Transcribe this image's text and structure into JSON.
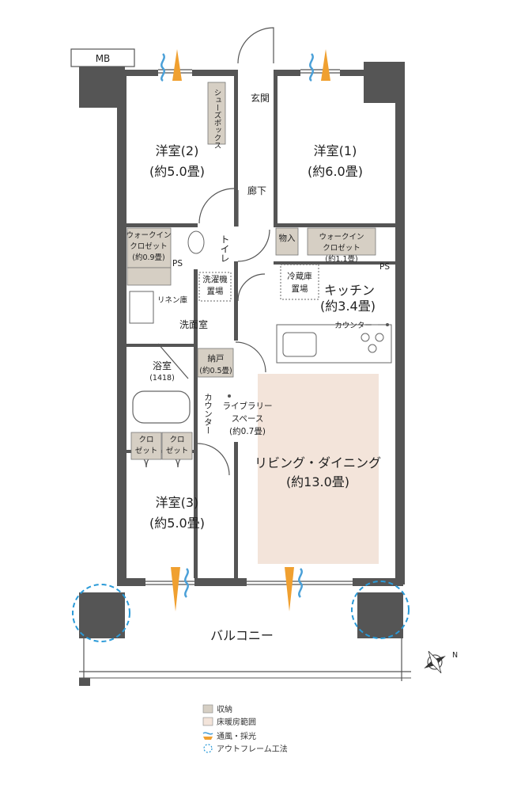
{
  "meter_box": "MB",
  "rooms": {
    "bedroom2": {
      "name": "洋室(2)",
      "size": "(約5.0畳)"
    },
    "bedroom1": {
      "name": "洋室(1)",
      "size": "(約6.0畳)"
    },
    "bedroom3": {
      "name": "洋室(3)",
      "size": "(約5.0畳)"
    },
    "entrance": "玄関",
    "hallway": "廊下",
    "shoe_box": "シューズボックス",
    "toilet": "トイレ",
    "storage": "物入",
    "walkin2": {
      "line1": "ウォークイン",
      "line2": "クロゼット",
      "line3": "(約0.9畳)"
    },
    "walkin1": {
      "line1": "ウォークイン",
      "line2": "クロゼット",
      "line3": "(約1.1畳)"
    },
    "ps_left": "PS",
    "ps_right": "PS",
    "washer": {
      "line1": "洗濯機",
      "line2": "置場"
    },
    "linen": "リネン庫",
    "washroom": "洗面室",
    "fridge": {
      "line1": "冷蔵庫",
      "line2": "置場"
    },
    "kitchen": {
      "name": "キッチン",
      "size": "(約3.4畳)"
    },
    "kitchen_counter": "カウンター",
    "bath": {
      "name": "浴室",
      "size": "(1418)"
    },
    "closet_small": {
      "name": "納戸",
      "size": "(約0.5畳)"
    },
    "counter_v": "カウンター",
    "library": {
      "line1": "ライブラリー",
      "line2": "スペース",
      "line3": "(約0.7畳)"
    },
    "living": {
      "name": "リビング・ダイニング",
      "size": "(約13.0畳)"
    },
    "closet_a": {
      "line1": "クロ",
      "line2": "ゼット"
    },
    "closet_b": {
      "line1": "クロ",
      "line2": "ゼット"
    },
    "balcony": "バルコニー"
  },
  "compass_mark": "N",
  "legend": [
    {
      "label": "収納",
      "color": "#d6cfc4"
    },
    {
      "label": "床暖房範囲",
      "color": "#f3e4da"
    },
    {
      "label": "通風・採光"
    },
    {
      "label": "アウトフレーム工法"
    }
  ],
  "colors": {
    "wall": "#555555",
    "storage": "#d6cfc4",
    "floor_heating": "#f3e4da",
    "wind_orange": "#f0a030",
    "wind_blue": "#4aa0d8",
    "outframe": "#2a9ad8"
  }
}
